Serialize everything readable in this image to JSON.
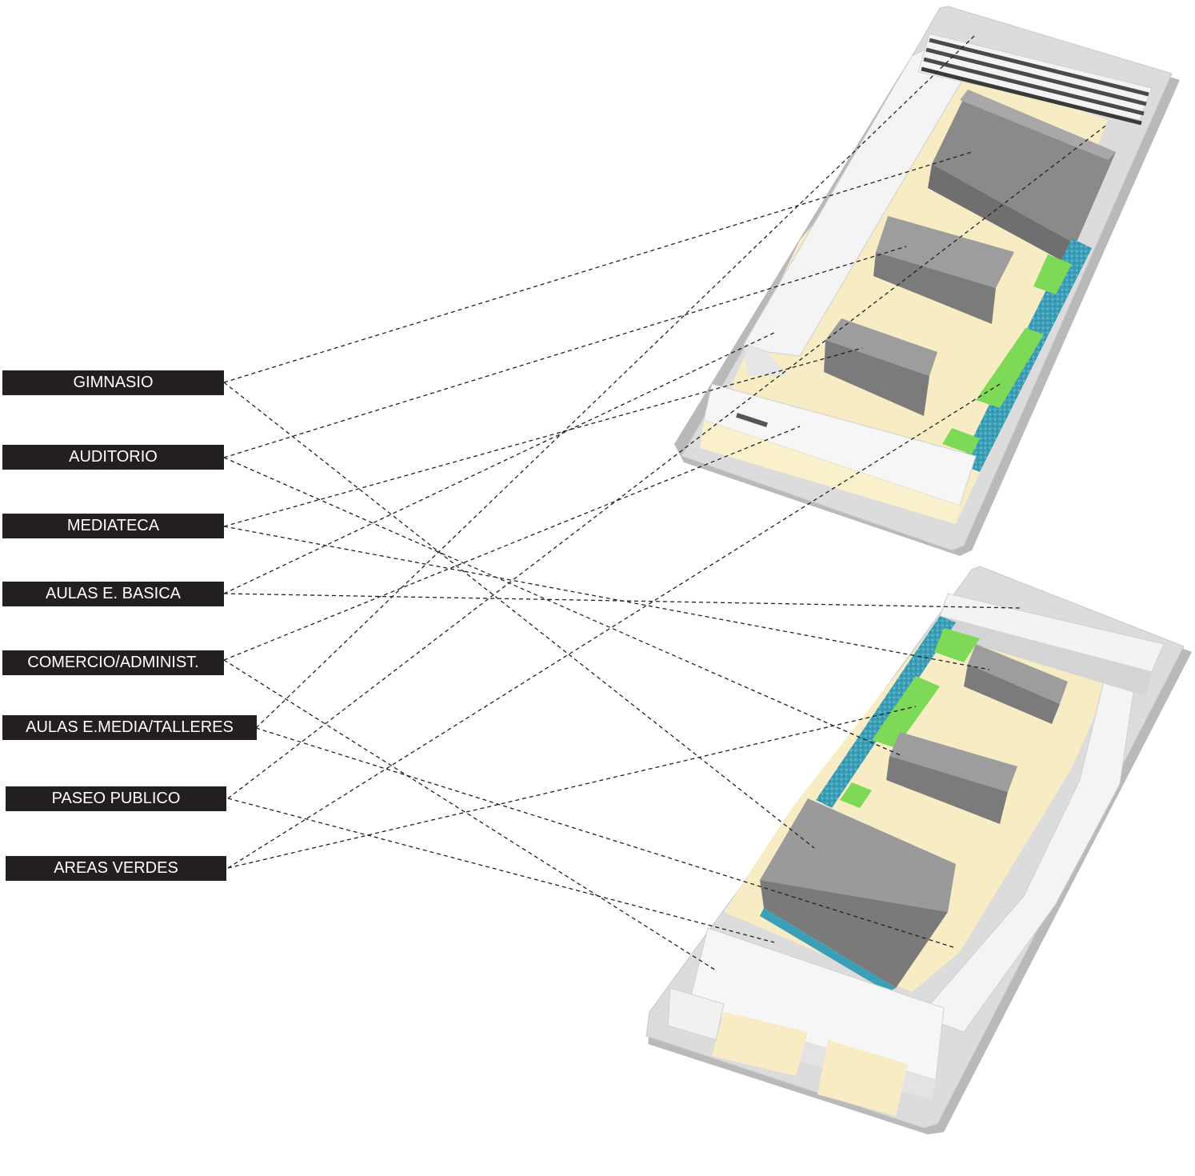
{
  "labels": {
    "gimnasio": "GIMNASIO",
    "auditorio": "AUDITORIO",
    "mediateca": "MEDIATECA",
    "aulas_basica": "AULAS E. BASICA",
    "comercio": "COMERCIO/ADMINIST.",
    "aulas_media": "AULAS E.MEDIA/TALLERES",
    "paseo": "PASEO PUBLICO",
    "areas_verdes": "AREAS VERDES"
  },
  "colors": {
    "label_bg": "#231f20",
    "label_text": "#ffffff",
    "ground": "#f7ecc4",
    "building": "#9a9a9a",
    "green_area": "#7ed957",
    "water": "#3b9fb8",
    "base": "#d6d6d6"
  }
}
